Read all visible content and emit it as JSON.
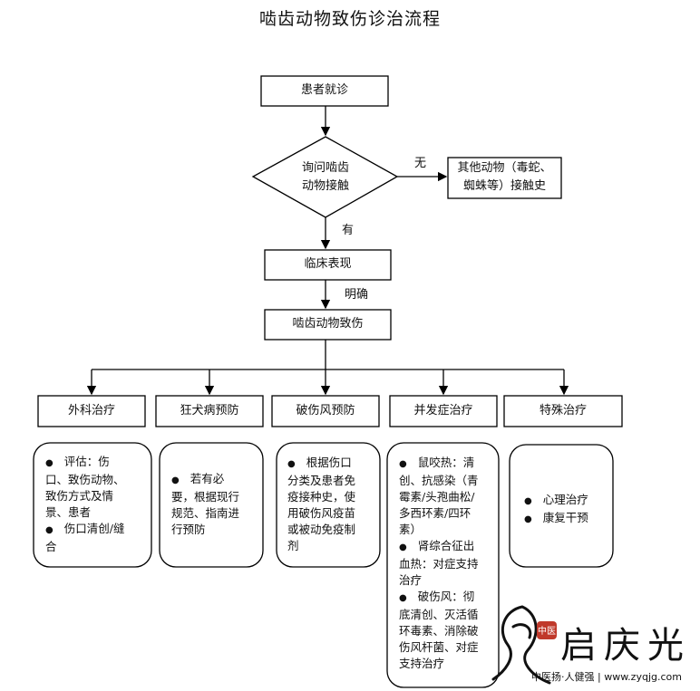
{
  "title": "啮齿动物致伤诊治流程",
  "nodes": {
    "visit": "患者就诊",
    "ask": [
      "询问啮齿",
      "动物接触"
    ],
    "other": [
      "其他动物（毒蛇、",
      "蜘蛛等）接触史"
    ],
    "clinical": "临床表现",
    "injury": "啮齿动物致伤"
  },
  "edges": {
    "no": "无",
    "yes": "有",
    "clear": "明确"
  },
  "categories": [
    "外科治疗",
    "狂犬病预防",
    "破伤风预防",
    "并发症治疗",
    "特殊治疗"
  ],
  "details": {
    "surgery": {
      "bullet_1_lines": [
        "评估：伤",
        "口、致伤动物、",
        "致伤方式及情",
        "景、患者"
      ],
      "bullet_2_lines": [
        "伤口清创/缝",
        "合"
      ]
    },
    "rabies": {
      "lines": [
        "若有必",
        "要，根据现行",
        "规范、指南进",
        "行预防"
      ]
    },
    "tetanus": {
      "lines": [
        "根据伤口",
        "分类及患者免",
        "疫接种史，使",
        "用破伤风疫苗",
        "或被动免疫制",
        "剂"
      ]
    },
    "complication": {
      "bullet_1_lines": [
        "鼠咬热：清",
        "创、抗感染（青",
        "霉素/头孢曲松/",
        "多西环素/四环",
        "素）"
      ],
      "bullet_2_lines": [
        "肾综合征出",
        "血热：对症支持",
        "治疗"
      ],
      "bullet_3_lines": [
        "破伤风：彻",
        "底清创、灭活循",
        "环毒素、消除破",
        "伤风杆菌、对症",
        "支持治疗"
      ]
    },
    "special": {
      "items": [
        "心理治疗",
        "康复干预"
      ]
    }
  },
  "watermark": {
    "seal_char": "中医",
    "brand": "启庆光",
    "footer": "中医扬·人健强 | www.zyqjg.com"
  },
  "colors": {
    "line": "#000000",
    "text": "#111111",
    "seal": "#c0392b"
  }
}
